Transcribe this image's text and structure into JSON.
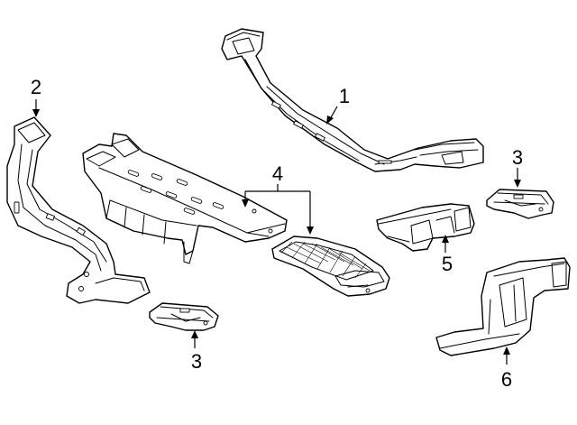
{
  "diagram": {
    "callouts": [
      {
        "id": "c1",
        "label": "1"
      },
      {
        "id": "c2",
        "label": "2"
      },
      {
        "id": "c3a",
        "label": "3"
      },
      {
        "id": "c3b",
        "label": "3"
      },
      {
        "id": "c4",
        "label": "4"
      },
      {
        "id": "c5",
        "label": "5"
      },
      {
        "id": "c6",
        "label": "6"
      }
    ]
  }
}
